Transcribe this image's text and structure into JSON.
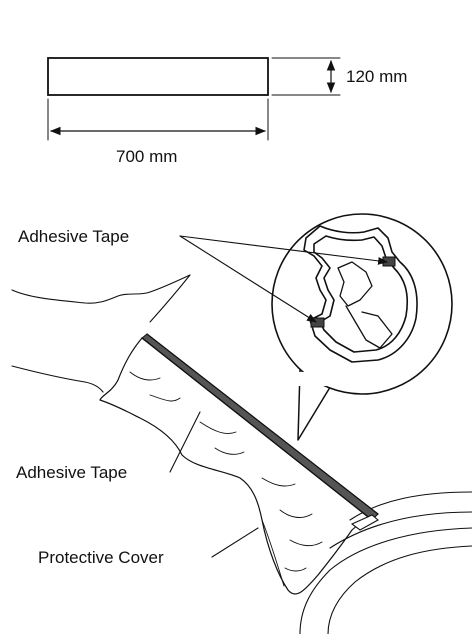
{
  "diagram": {
    "dimensions": {
      "height_label": "120 mm",
      "width_label": "700 mm"
    },
    "callouts": {
      "adhesive_tape_top": "Adhesive Tape",
      "adhesive_tape_bottom": "Adhesive Tape",
      "protective_cover": "Protective Cover"
    }
  }
}
